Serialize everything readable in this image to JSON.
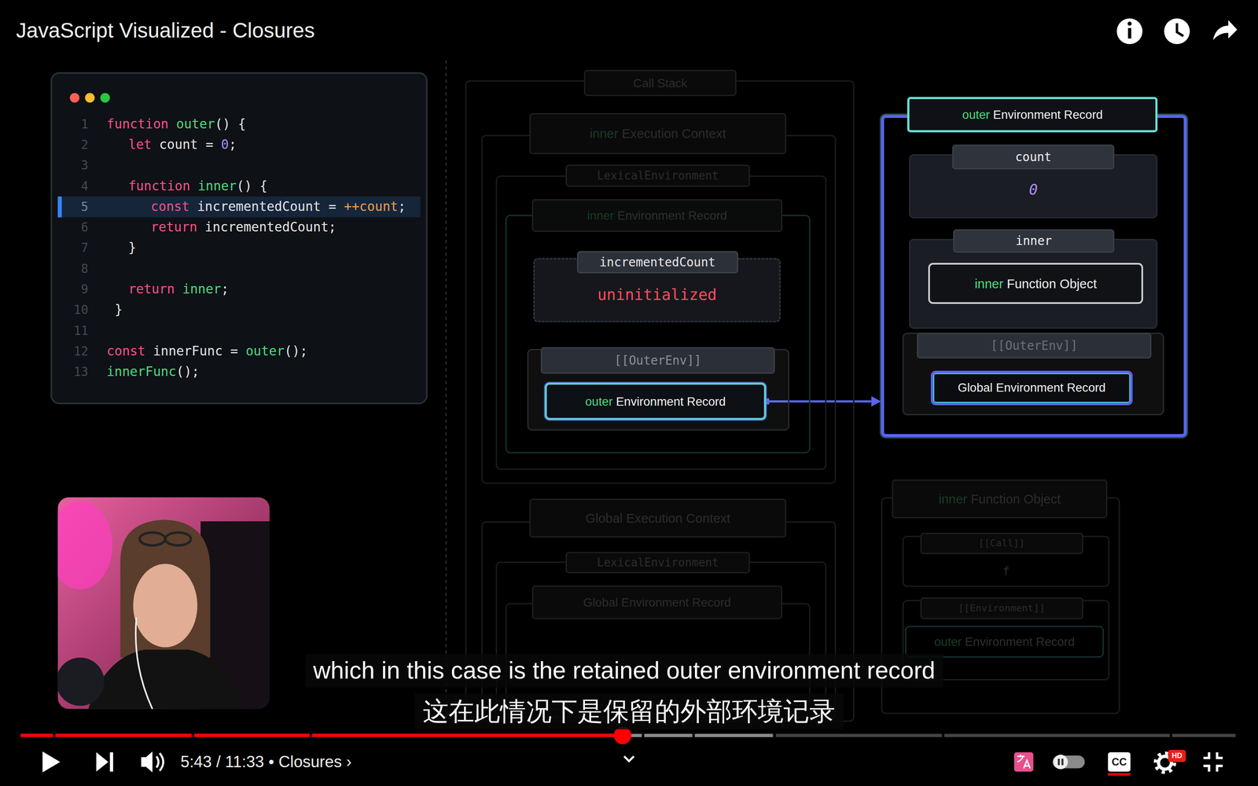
{
  "diagram": {
    "title": "JavaScript Visualized - Closures",
    "nodes": [
      {
        "text": [
          "Call Stack"
        ]
      },
      {
        "text": [
          "inner Execution Context"
        ],
        "in": 0
      },
      {
        "text": [
          "LexicalEnvironment"
        ],
        "in": 1
      },
      {
        "text": [
          "inner Environment Record"
        ],
        "in": 2
      },
      {
        "text": [
          "incrementedCount",
          "uninitialized"
        ],
        "in": 3
      },
      {
        "text": [
          "[[OuterEnv]]"
        ],
        "in": 3
      },
      {
        "text": [
          "outer Environment Record"
        ],
        "in": 5
      },
      {
        "text": [
          "outer Environment Record"
        ]
      },
      {
        "text": [
          "count",
          "0"
        ],
        "in": 7
      },
      {
        "text": [
          "inner"
        ],
        "in": 7
      },
      {
        "text": [
          "inner Function Object"
        ],
        "in": 9
      },
      {
        "text": [
          "[[OuterEnv]]"
        ],
        "in": 7
      },
      {
        "text": [
          "Global Environment Record"
        ],
        "in": 11
      },
      {
        "text": [
          "Global Execution Context"
        ],
        "in": 0
      },
      {
        "text": [
          "LexicalEnvironment"
        ],
        "in": 13
      },
      {
        "text": [
          "Global Environment Record"
        ],
        "in": 14
      },
      {
        "text": [
          "inner Function Object"
        ]
      },
      {
        "text": [
          "[[Call]]",
          "f"
        ],
        "in": 16
      },
      {
        "text": [
          "[[Environment]]"
        ],
        "in": 16
      },
      {
        "text": [
          "outer Environment Record"
        ],
        "in": 18
      }
    ],
    "edges": [
      {
        "from": 6,
        "to": 7,
        "arrow": "to"
      }
    ],
    "labels": [
      "1",
      "function outer() {",
      "2",
      "let count = 0;",
      "3",
      "4",
      "function inner() {",
      "5",
      "const incrementedCount = ++count;",
      "6",
      "return incrementedCount;",
      "7",
      "}",
      "8",
      "9",
      "return inner;",
      "10",
      "}",
      "11",
      "12",
      "const innerFunc = outer();",
      "13",
      "innerFunc();",
      "which in this case is the retained outer environment record",
      "这在此情况下是保留的外部环境记录",
      "5:43 / 11:33 • Closures ›",
      "CC",
      "HD"
    ]
  }
}
